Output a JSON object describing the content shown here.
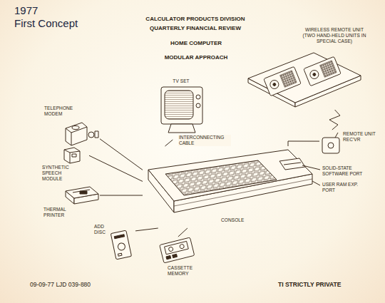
{
  "diagram": {
    "title": "CALCULATOR PRODUCTS DIVISION QUARTERLY FINANCIAL REVIEW",
    "nodes": [
      {
        "text": [
          "TELEPHONE MODEM"
        ]
      },
      {
        "text": [
          "TV SET"
        ]
      },
      {
        "text": [
          "WIRELESS REMOTE UNIT (TWO HAND-HELD UNITS IN SPECIAL CASE)"
        ]
      },
      {
        "text": [
          "SYNTHETIC SPEECH MODULE"
        ]
      },
      {
        "text": [
          "REMOTE UNIT REC'VR"
        ]
      },
      {
        "text": [
          "CONSOLE"
        ]
      },
      {
        "text": [
          "THERMAL PRINTER"
        ]
      },
      {
        "text": [
          "ADD DISC"
        ]
      },
      {
        "text": [
          "CASSETTE MEMORY"
        ]
      }
    ],
    "edges": [
      {
        "from": 0,
        "to": 5,
        "arrow": "none"
      },
      {
        "from": 1,
        "to": 5,
        "arrow": "none",
        "label": "INTERCONNECTING CABLE"
      },
      {
        "from": 3,
        "to": 5,
        "arrow": "none"
      },
      {
        "from": 6,
        "to": 5,
        "arrow": "none"
      },
      {
        "from": 7,
        "to": 5,
        "arrow": "none"
      },
      {
        "from": 8,
        "to": 5,
        "arrow": "none"
      },
      {
        "from": 4,
        "to": 5,
        "arrow": "none"
      },
      {
        "from": 2,
        "to": 4,
        "arrow": "none"
      }
    ],
    "labels": [
      "1977",
      "First Concept",
      "HOME COMPUTER",
      "MODULAR APPROACH",
      "SOLID-STATE SOFTWARE PORT",
      "USER RAM EXP. PORT",
      "09-09-77 LJD 039-880",
      "TI STRICTLY PRIVATE"
    ]
  }
}
